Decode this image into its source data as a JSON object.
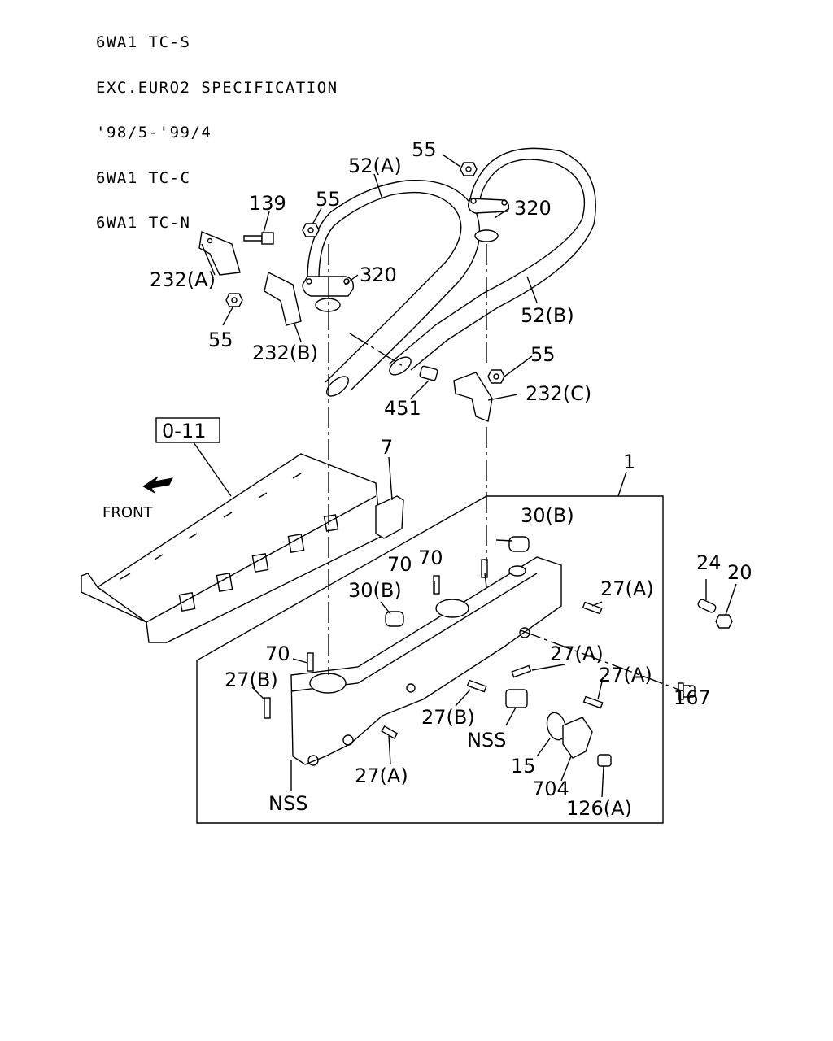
{
  "header_lines": [
    "6WA1 TC-S",
    "EXC.EURO2 SPECIFICATION",
    "'98/5-'99/4",
    "6WA1 TC-C",
    "6WA1 TC-N"
  ],
  "callouts": {
    "p55_top": "55",
    "p52a": "52(A)",
    "p320_right": "320",
    "p139": "139",
    "p55_upper": "55",
    "p232a": "232(A)",
    "p320_left": "320",
    "p52b": "52(B)",
    "p55_left": "55",
    "p232b": "232(B)",
    "p55_right": "55",
    "p232c": "232(C)",
    "p451": "451",
    "ref_0_11": "0-11",
    "p7": "7",
    "p1": "1",
    "front": "FRONT",
    "p30b_right": "30(B)",
    "p70_b": "70",
    "p70_a": "70",
    "p30b_left": "30(B)",
    "p27a_1": "27(A)",
    "p24": "24",
    "p20": "20",
    "p70_c": "70",
    "p27b_left": "27(B)",
    "p27a_2": "27(A)",
    "p27a_3": "27(A)",
    "p167": "167",
    "p27b_mid": "27(B)",
    "nss_mid": "NSS",
    "p15": "15",
    "p27a_4": "27(A)",
    "p704": "704",
    "nss_left": "NSS",
    "p126a": "126(A)"
  }
}
